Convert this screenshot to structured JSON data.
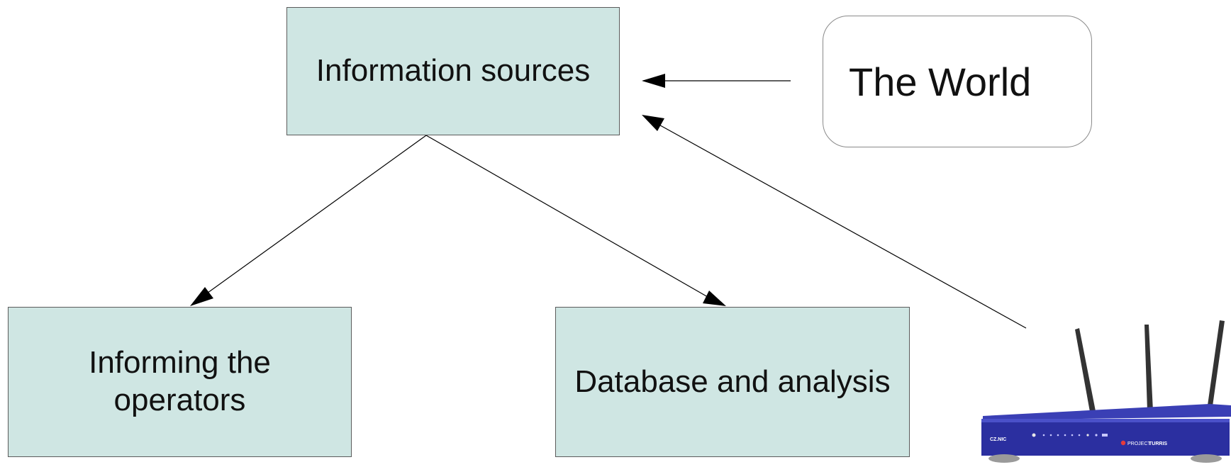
{
  "nodes": {
    "sources": {
      "label": "Information sources"
    },
    "operators": {
      "label": "Informing the operators"
    },
    "database": {
      "label": "Database and analysis"
    },
    "world": {
      "label": "The World"
    }
  },
  "router": {
    "brand_left": "CZ.NIC",
    "brand_right_a": "PROJECT",
    "brand_right_b": "TURRIS"
  },
  "edges": [
    {
      "from": "world",
      "to": "sources"
    },
    {
      "from": "router",
      "to": "sources"
    },
    {
      "from": "sources",
      "to": "operators"
    },
    {
      "from": "sources",
      "to": "database"
    }
  ],
  "colors": {
    "box_fill": "#cfe6e3",
    "box_border": "#5b5b5b",
    "router_body": "#2b2fa0",
    "arrow": "#000000"
  }
}
